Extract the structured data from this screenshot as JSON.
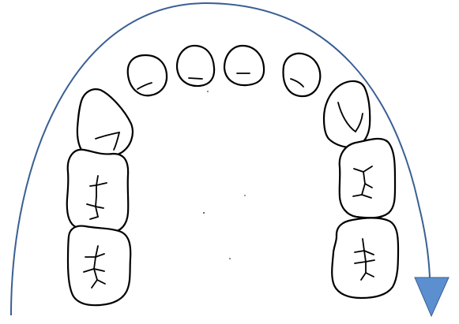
{
  "diagram": {
    "arrow_color": "#3a5f93",
    "arrowhead_color": "#5b8fd0",
    "outline_color": "#000000",
    "background_color": "#ffffff",
    "teeth": [
      {
        "type": "incisor"
      },
      {
        "type": "incisor"
      },
      {
        "type": "incisor"
      },
      {
        "type": "incisor"
      },
      {
        "type": "canine"
      },
      {
        "type": "canine"
      },
      {
        "type": "premolar"
      },
      {
        "type": "premolar"
      },
      {
        "type": "molar"
      },
      {
        "type": "molar"
      }
    ],
    "arrow_direction": "clockwise"
  }
}
